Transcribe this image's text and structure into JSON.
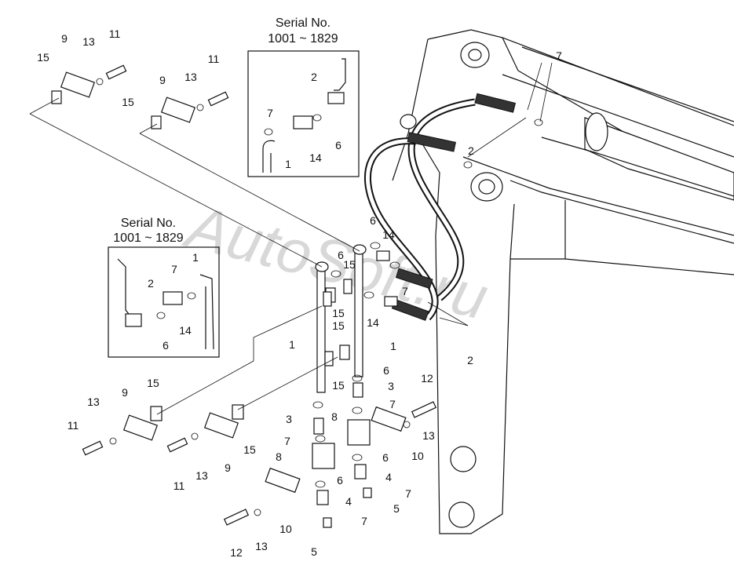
{
  "watermark": "AutoSoft.ru",
  "insets": [
    {
      "caption_line1": "Serial No.",
      "caption_line2": "1001 ~ 1829"
    },
    {
      "caption_line1": "Serial No.",
      "caption_line2": "1001 ~ 1829"
    }
  ],
  "callouts": {
    "top_left_a": [
      "15",
      "9",
      "13",
      "11"
    ],
    "top_left_b": [
      "15",
      "9",
      "13",
      "11"
    ],
    "inset_top": [
      "2",
      "7",
      "14",
      "6",
      "1"
    ],
    "inset_left": [
      "1",
      "7",
      "2",
      "14",
      "6"
    ],
    "boom": [
      "7",
      "2",
      "2"
    ],
    "center": [
      "6",
      "14",
      "6",
      "7",
      "15",
      "14",
      "15",
      "1",
      "1",
      "15",
      "6",
      "3",
      "7",
      "8",
      "3",
      "7",
      "8",
      "6",
      "4",
      "6",
      "4",
      "7",
      "5",
      "7",
      "5",
      "12",
      "13",
      "10",
      "10"
    ],
    "bottom_left": [
      "15",
      "9",
      "13",
      "11",
      "15",
      "9",
      "13",
      "11",
      "15",
      "12",
      "13"
    ]
  }
}
